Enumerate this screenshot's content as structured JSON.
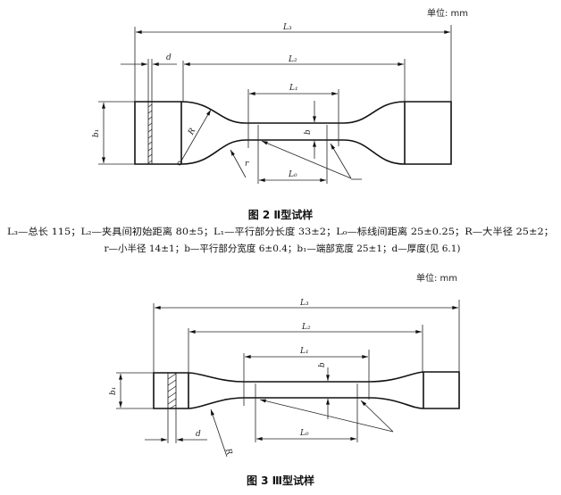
{
  "figure2": {
    "unit": "单位: mm",
    "labels": {
      "L3": "L₃",
      "L2": "L₂",
      "L1": "L₁",
      "L0": "L₀",
      "d": "d",
      "b1": "b₁",
      "b": "b",
      "R": "R",
      "r": "r"
    },
    "caption": "图 2  Ⅱ型试样",
    "legend_line1": "L₃—总长 115；L₂—夹具间初始距离 80±5；L₁—平行部分长度 33±2；L₀—标线间距离 25±0.25；R—大半径 25±2；",
    "legend_line2": "r—小半径 14±1；b—平行部分宽度 6±0.4；b₁—端部宽度 25±1；d—厚度(见 6.1)"
  },
  "figure3": {
    "unit": "单位: mm",
    "labels": {
      "L3": "L₃",
      "L2": "L₂",
      "L1": "L₁",
      "L0": "L₀",
      "d": "d",
      "b1": "b₁",
      "b": "b",
      "R": "R"
    },
    "caption": "图 3  Ⅲ型试样"
  }
}
